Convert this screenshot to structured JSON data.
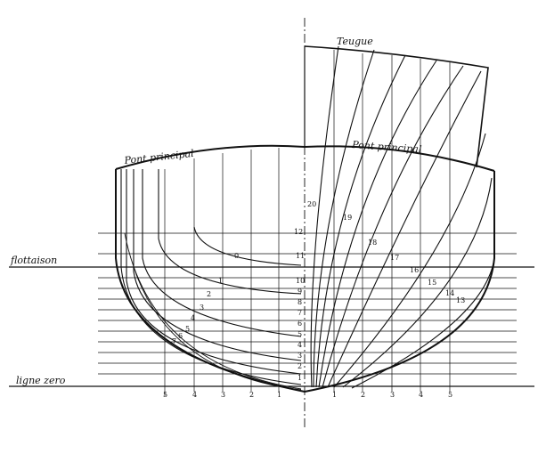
{
  "labels": {
    "flottaison": "flottaison",
    "ligne_zero": "ligne zero",
    "pont_principal_left": "Pont principal",
    "pont_principal_right": "Pont principal",
    "teugue": "Teugue"
  },
  "waterline_numbers": [
    "1",
    "2",
    "3",
    "4",
    "5",
    "6",
    "7",
    "8",
    "9",
    "10",
    "11",
    "12"
  ],
  "station_numbers_left": [
    "5",
    "4",
    "3",
    "2",
    "1"
  ],
  "station_numbers_right": [
    "1",
    "2",
    "3",
    "4",
    "5"
  ],
  "frame_labels_left": [
    "0",
    "1",
    "2",
    "3",
    "4",
    "5",
    "6",
    "7"
  ],
  "frame_labels_right": [
    "20",
    "19",
    "18",
    "17",
    "16",
    "15",
    "14",
    "13"
  ]
}
